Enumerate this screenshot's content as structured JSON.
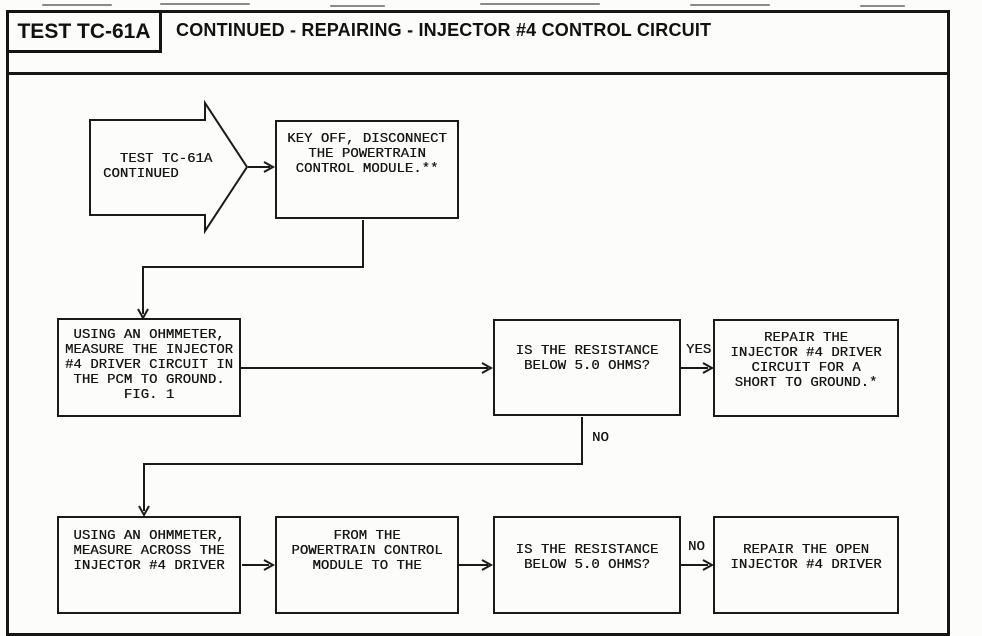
{
  "header": {
    "test_label": "TEST TC-61A",
    "title": "CONTINUED - REPAIRING - INJECTOR #4 CONTROL CIRCUIT"
  },
  "entry": {
    "text": "  TEST TC-61A\nCONTINUED"
  },
  "boxes": {
    "key_off": "KEY OFF, DISCONNECT\nTHE POWERTRAIN\nCONTROL MODULE.**",
    "measure_pcm": "USING AN OHMMETER,\nMEASURE THE INJECTOR\n#4 DRIVER CIRCUIT IN\nTHE PCM TO GROUND.\nFIG. 1",
    "resistance_q1": "IS THE RESISTANCE\nBELOW 5.0 OHMS?",
    "repair_short": "REPAIR THE\nINJECTOR #4 DRIVER\nCIRCUIT FOR A\nSHORT TO GROUND.*",
    "measure_across": "USING AN OHMMETER,\nMEASURE ACROSS THE\nINJECTOR #4 DRIVER",
    "from_pcm": "FROM THE\nPOWERTRAIN CONTROL\nMODULE TO THE",
    "resistance_q2": "IS THE RESISTANCE\nBELOW 5.0 OHMS?",
    "repair_open": "REPAIR THE OPEN\nINJECTOR #4 DRIVER"
  },
  "labels": {
    "yes": "YES",
    "no1": "NO",
    "no2": "NO"
  },
  "colors": {
    "ink": "#1a1a1a",
    "paper": "#fcfcfa"
  }
}
